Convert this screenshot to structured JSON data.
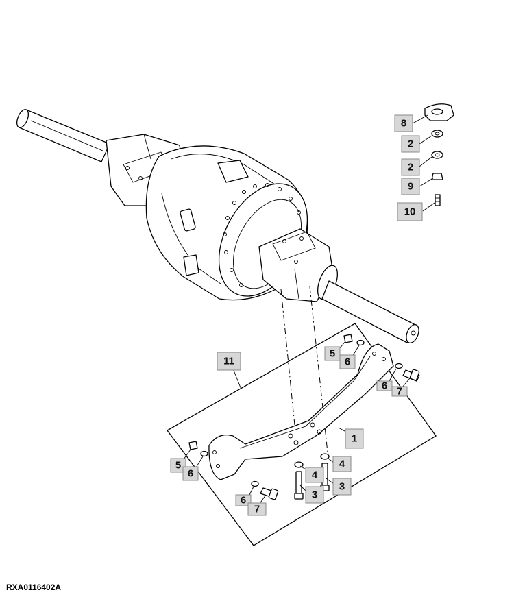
{
  "figure_id": "RXA0116402A",
  "callouts": {
    "c1": "1",
    "c2a": "2",
    "c2b": "2",
    "c3a": "3",
    "c3b": "3",
    "c4a": "4",
    "c4b": "4",
    "c5a": "5",
    "c5b": "5",
    "c6a": "6",
    "c6b": "6",
    "c6c": "6",
    "c6d": "6",
    "c7a": "7",
    "c7b": "7",
    "c8": "8",
    "c9": "9",
    "c10": "10",
    "c11": "11"
  }
}
